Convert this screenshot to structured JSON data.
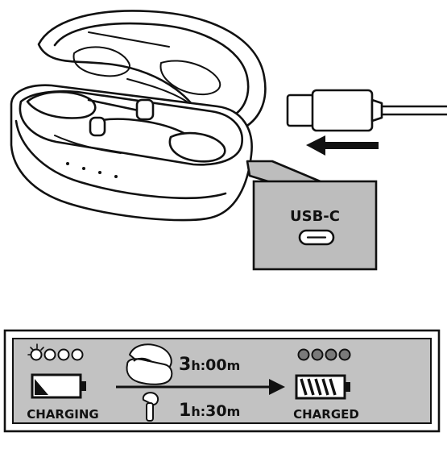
{
  "port_callout": {
    "label": "USB-C"
  },
  "charging_panel": {
    "charging_label": "CHARGING",
    "charged_label": "CHARGED",
    "case_time": {
      "hours": "3",
      "h": "h:",
      "minutes": "00",
      "m": "m"
    },
    "earbud_time": {
      "hours": "1",
      "h": "h:",
      "minutes": "30",
      "m": "m"
    },
    "charging_battery_level": 0.12,
    "charged_battery_level": 1.0,
    "charging_leds_lit": 1,
    "charged_leds_lit": 4,
    "led_count": 4
  }
}
